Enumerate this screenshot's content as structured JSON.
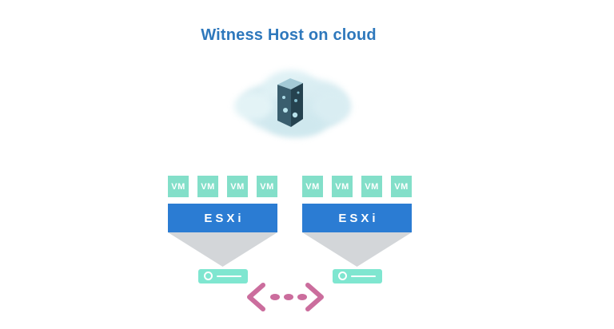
{
  "title": {
    "text": "Witness Host on cloud"
  },
  "cloud": {
    "icon": "cloud-server-icon"
  },
  "hosts": [
    {
      "esxi_label": "ESXi",
      "vms": [
        "VM",
        "VM",
        "VM",
        "VM"
      ],
      "storage_icon": "disk-icon"
    },
    {
      "esxi_label": "ESXi",
      "vms": [
        "VM",
        "VM",
        "VM",
        "VM"
      ],
      "storage_icon": "disk-icon"
    }
  ],
  "link": {
    "icon": "bidirectional-dotted-arrow-icon"
  },
  "colors": {
    "title_blue": "#2e78bc",
    "esxi_blue": "#2b7cd3",
    "vm_mint": "#83dfc9",
    "storage_mint": "#7fe6d0",
    "funnel_gray": "#d3d6d9",
    "arrow_pink": "#cb6d9d",
    "cloud_tint": "#d9edf2",
    "server_dark": "#325666"
  }
}
